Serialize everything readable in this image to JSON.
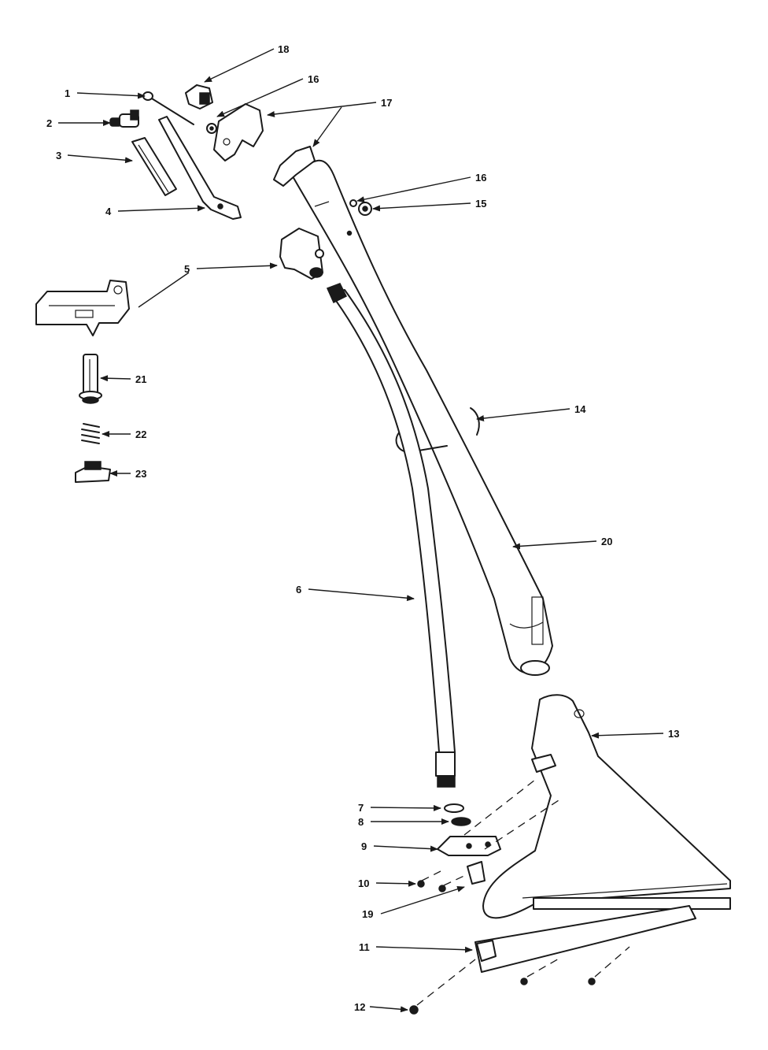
{
  "callouts": {
    "c1": "1",
    "c2": "2",
    "c3": "3",
    "c4": "4",
    "c5": "5",
    "c6": "6",
    "c7": "7",
    "c8": "8",
    "c9": "9",
    "c10": "10",
    "c11": "11",
    "c12": "12",
    "c13": "13",
    "c14": "14",
    "c15": "15",
    "c16a": "16",
    "c16b": "16",
    "c17": "17",
    "c18": "18",
    "c19": "19",
    "c20": "20",
    "c21": "21",
    "c22": "22",
    "c23": "23"
  },
  "colors": {
    "ink": "#1a1a1a",
    "paper": "#ffffff"
  }
}
